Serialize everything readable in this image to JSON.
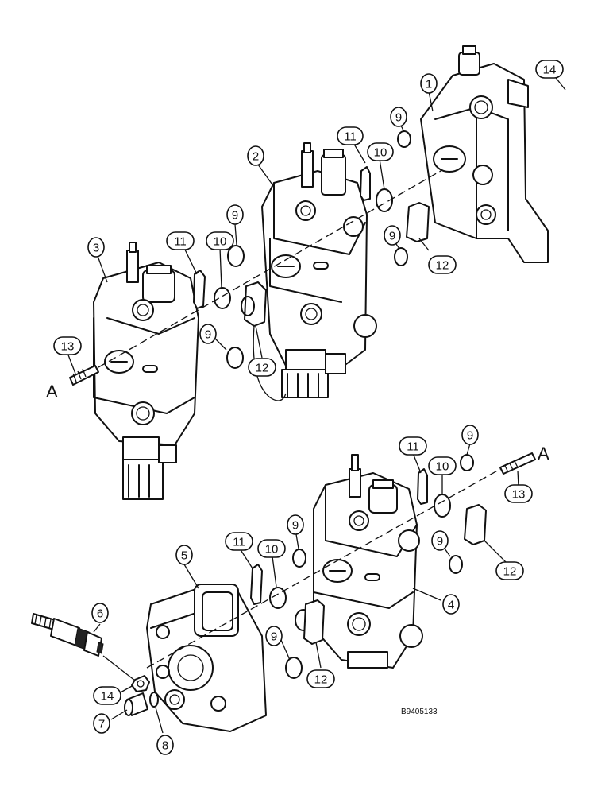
{
  "figure_id": "B9405133",
  "section_markers": [
    "A",
    "A"
  ],
  "callouts": [
    "1",
    "2",
    "3",
    "4",
    "5",
    "6",
    "7",
    "8",
    "9",
    "10",
    "11",
    "12",
    "13",
    "14"
  ],
  "colors": {
    "line": "#111111",
    "background": "#ffffff"
  }
}
